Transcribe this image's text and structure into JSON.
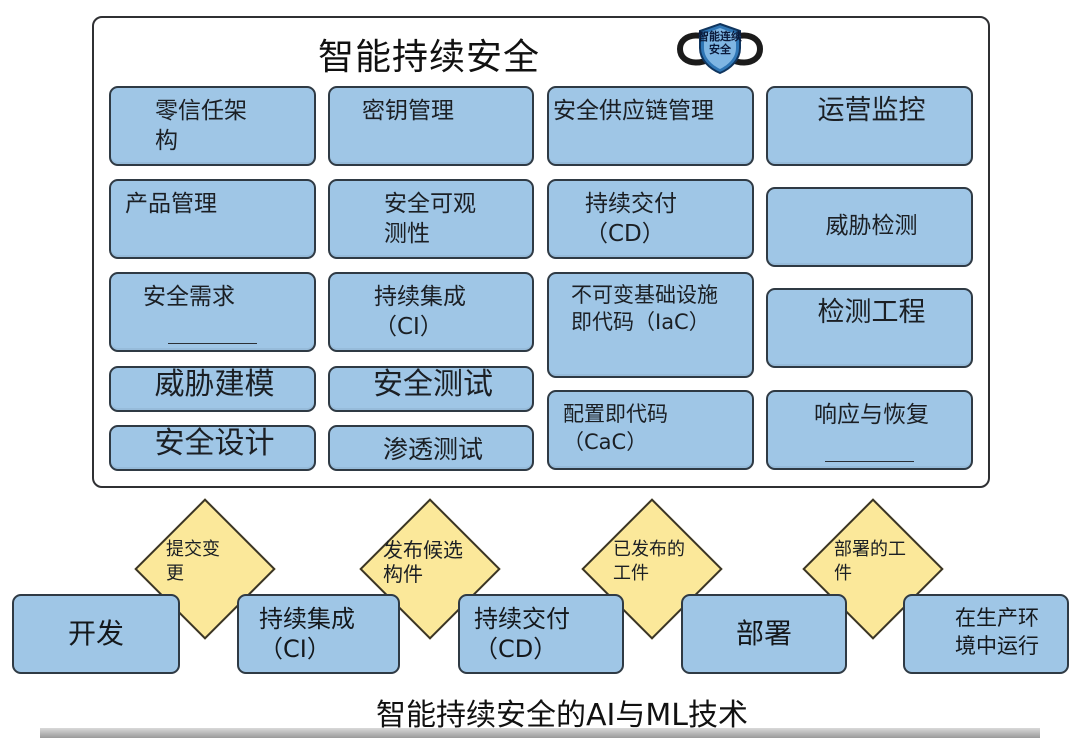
{
  "title": "智能持续安全",
  "badge": {
    "text": "智能连续安全",
    "icon": "shield-infinity-icon"
  },
  "grid": {
    "col1": [
      "零信任架构",
      "产品管理",
      "安全需求",
      "威胁建模",
      "安全设计"
    ],
    "col2": [
      "密钥管理",
      "安全可观测性",
      "持续集成（CI）",
      "安全测试",
      "渗透测试"
    ],
    "col3": [
      "安全供应链管理",
      "持续交付（CD）",
      "不可变基础设施即代码（IaC）",
      "配置即代码（CaC）"
    ],
    "col4": [
      "运营监控",
      "威胁检测",
      "检测工程",
      "响应与恢复"
    ]
  },
  "flow": {
    "steps": [
      "开发",
      "持续集成（CI）",
      "持续交付（CD）",
      "部署",
      "在生产环境中运行"
    ],
    "gates": [
      "提交变更",
      "发布候选构件",
      "已发布的工件",
      "部署的工件"
    ]
  },
  "caption": "智能持续安全的AI与ML技术",
  "colors": {
    "box": "#9fc6e6",
    "diamond": "#fbe89a",
    "border": "#2f3a44"
  }
}
